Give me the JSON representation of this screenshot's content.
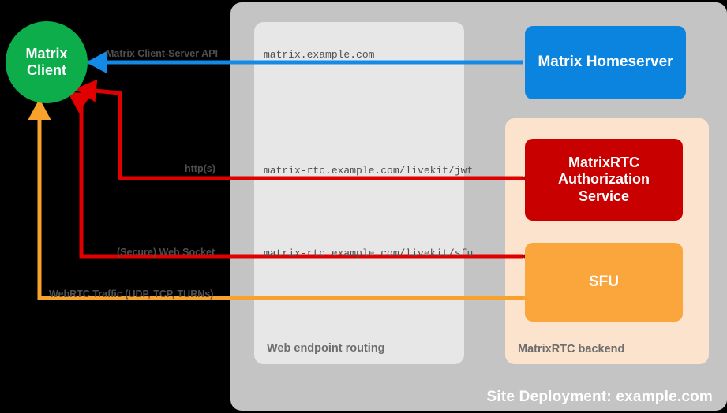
{
  "deployment": {
    "title": "Site Deployment: example.com",
    "bg_color": "#c4c4c4"
  },
  "routing": {
    "title": "Web endpoint routing",
    "bg_color": "#e7e7e7"
  },
  "rtc_backend": {
    "title": "MatrixRTC backend",
    "bg_color": "#fbe3ce"
  },
  "nodes": {
    "client": {
      "line1": "Matrix",
      "line2": "Client",
      "color": "#0dad4b"
    },
    "homeserver": {
      "label": "Matrix Homeserver",
      "color": "#0b84e0"
    },
    "auth_service": {
      "line1": "MatrixRTC",
      "line2": "Authorization",
      "line3": "Service",
      "color": "#c80000"
    },
    "sfu": {
      "label": "SFU",
      "color": "#faa63c"
    }
  },
  "edges": {
    "cs_api": {
      "protocol": "Matrix Client-Server API",
      "endpoint": "matrix.example.com",
      "color": "#1389e8"
    },
    "jwt": {
      "protocol": "http(s)",
      "endpoint": "matrix-rtc.example.com/livekit/jwt",
      "color": "#e00000"
    },
    "sfu_ws": {
      "protocol": "(Secure) Web Socket",
      "endpoint": "matrix-rtc.example.com/livekit/sfu",
      "color": "#e00000"
    },
    "webrtc": {
      "protocol": "WebRTC Traffic (UDP, TCP, TURNs)",
      "endpoint": "",
      "color": "#f8a22e"
    }
  }
}
